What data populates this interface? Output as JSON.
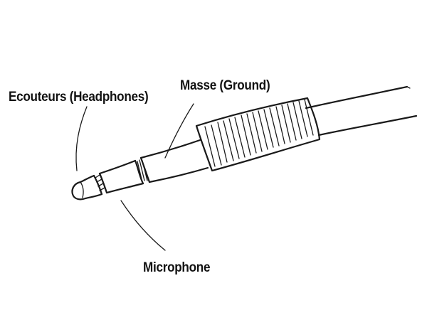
{
  "labels": {
    "headphones": "Ecouteurs (Headphones)",
    "ground": "Masse (Ground)",
    "microphone": "Microphone"
  },
  "colors": {
    "ink": "#1a1a1a",
    "background": "#ffffff"
  }
}
